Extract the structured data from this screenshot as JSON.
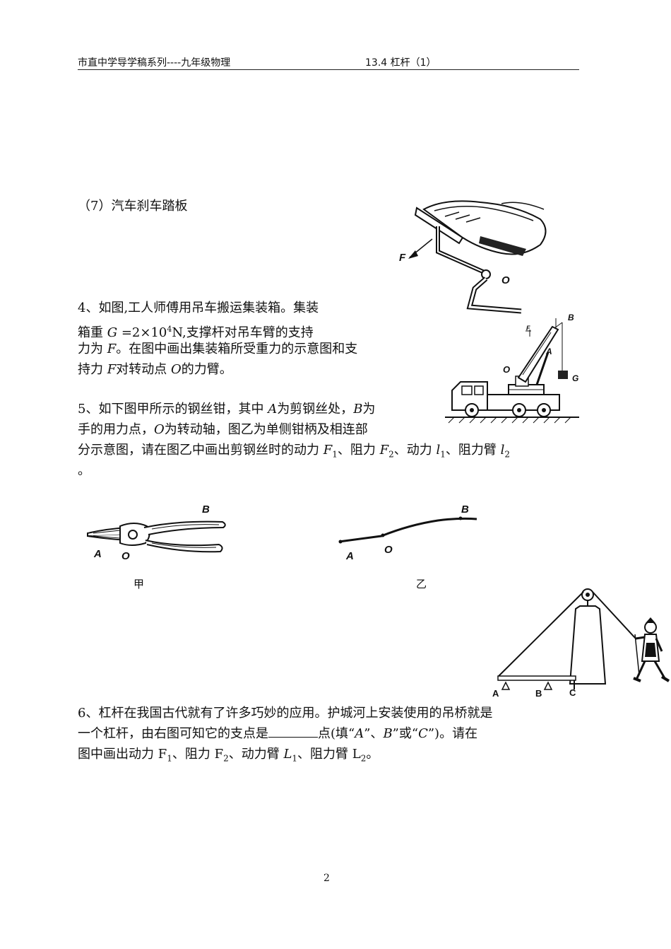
{
  "header": {
    "left": "市直中学导学稿系列----九年级物理",
    "right": "13.4 杠杆（1）"
  },
  "q7": {
    "label": "（7）汽车刹车踏板",
    "fig_F": "F",
    "fig_O": "O"
  },
  "q4": {
    "line1": "4、如图,工人师傅用吊车搬运集装箱。集装",
    "line2a": "箱重 ",
    "line2G": "G",
    "line2b": " =2×10",
    "line2exp": "4",
    "line2c": "N,支撑杆对吊车臂的支持",
    "line3a": "力为 ",
    "line3F": "F",
    "line3b": "。在图中画出集装箱所受重力的示意图和支",
    "line4a": "持力 ",
    "line4F": "F",
    "line4b": "对转动点 ",
    "line4O": "O",
    "line4c": "的力臂。",
    "fig_B": "B",
    "fig_A": "A",
    "fig_O": "O",
    "fig_G": "G",
    "fig_F": "F"
  },
  "q5": {
    "line1a": "5、如下图甲所示的钢丝钳，其中 ",
    "line1A": "A",
    "line1b": "为剪钢丝处，",
    "line1B": "B",
    "line1c": "为",
    "line2a": "手的用力点，",
    "line2O": "O",
    "line2b": "为转动轴，图乙为单侧钳柄及相连部",
    "line3a": "分示意图，请在图乙中画出剪钢丝时的动力 ",
    "line3F1": "F",
    "line3F1s": "1",
    "line3b": "、阻力 ",
    "line3F2": "F",
    "line3F2s": "2",
    "line3c": "、动力 ",
    "line3l1": "l",
    "line3l1s": "1",
    "line3d": "、阻力臂 ",
    "line3l2": "l",
    "line3l2s": "2",
    "line4": "。",
    "figA": {
      "A": "A",
      "O": "O",
      "B": "B",
      "caption": "甲"
    },
    "figB": {
      "A": "A",
      "O": "O",
      "B": "B",
      "caption": "乙"
    }
  },
  "q6": {
    "line1": "6、杠杆在我国古代就有了许多巧妙的应用。护城河上安装使用的吊桥就是",
    "line2a": "一个杠杆，由右图可知它的支点是",
    "line2b": "点(填“",
    "line2A": "A",
    "line2c": "”、",
    "line2B": "B",
    "line2d": "”或“",
    "line2C": "C",
    "line2e": "”)。请在",
    "line3a": "图中画出动力 F",
    "line3s1": "1",
    "line3b": "、阻力 F",
    "line3s2": "2",
    "line3c": "、动力臂 ",
    "line3L1": "L",
    "line3L1s": "1",
    "line3d": "、阻力臂 L",
    "line3s4": "2",
    "line3e": "。",
    "fig_A": "A",
    "fig_B": "B",
    "fig_C": "C"
  },
  "footer": {
    "page": "2"
  }
}
